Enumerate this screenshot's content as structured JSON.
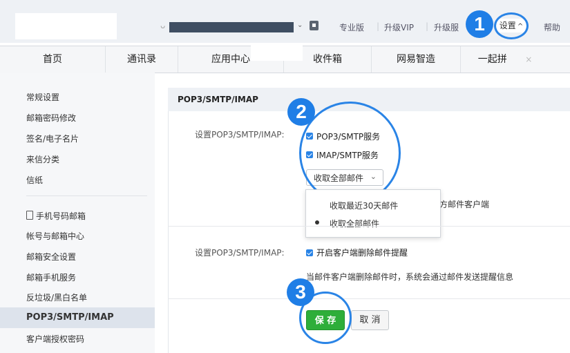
{
  "topbar": {
    "links": [
      "专业版",
      "升级VIP",
      "升级服"
    ],
    "settings_label": "设置",
    "settings_caret": "^",
    "help_label": "帮助"
  },
  "tabs": [
    "首页",
    "通讯录",
    "应用中心",
    "收件箱",
    "网易智造",
    "一起拼"
  ],
  "tab_close": "×",
  "sidebar": {
    "items": [
      "常规设置",
      "邮箱密码修改",
      "签名/电子名片",
      "来信分类",
      "信纸",
      "手机号码邮箱",
      "帐号与邮箱中心",
      "邮箱安全设置",
      "邮箱手机服务",
      "反垃圾/黑白名单",
      "POP3/SMTP/IMAP",
      "客户端授权密码"
    ]
  },
  "panel": {
    "title": "POP3/SMTP/IMAP",
    "row1_label": "设置POP3/SMTP/IMAP:",
    "checkbox_pop3": "POP3/SMTP服务",
    "checkbox_imap": "IMAP/SMTP服务",
    "select_value": "收取全部邮件",
    "select_caret": "⌄",
    "dropdown_options": [
      "收取最近30天邮件",
      "收取全部邮件"
    ],
    "hidden_text": "方邮件客户端",
    "row2_label": "设置POP3/SMTP/IMAP:",
    "checkbox_delete_alert": "开启客户端删除邮件提醒",
    "delete_note": "当邮件客户端删除邮件时，系统会通过邮件发送提醒信息",
    "save_label": "保 存",
    "cancel_label": "取 消"
  },
  "annotations": [
    "1",
    "2",
    "3"
  ],
  "colors": {
    "accent": "#1f7ee6",
    "save_green": "#2eae3a"
  }
}
